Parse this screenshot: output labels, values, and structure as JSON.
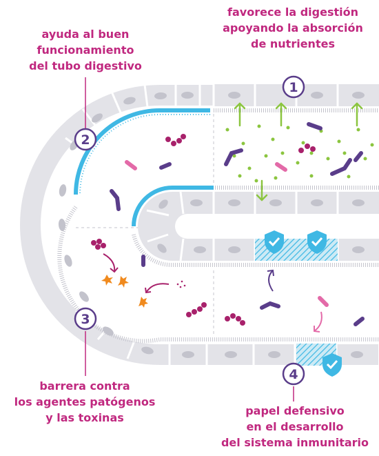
{
  "labels": {
    "one": [
      "favorece la digestión",
      "apoyando la absorción",
      "de nutrientes"
    ],
    "two": [
      "ayuda al buen",
      "funcionamiento",
      "del tubo digestivo"
    ],
    "three": [
      "barrera contra",
      "los agentes patógenos",
      "y las toxinas"
    ],
    "four": [
      "papel defensivo",
      "en el desarrollo",
      "del sistema inmunitario"
    ]
  },
  "markers": {
    "one": "1",
    "two": "2",
    "three": "3",
    "four": "4"
  },
  "colors": {
    "label": "#c0287f",
    "marker": "#5a3d8a",
    "cell": "#e3e3e8",
    "cell_border": "#ffffff",
    "nucleus": "#c3c3cc",
    "mucus": "#3fb8e4",
    "nutrient": "#8bc53f",
    "bacteria_purple": "#5a3d8a",
    "bacteria_magenta": "#a8216b",
    "bacteria_pink": "#e36aa8",
    "toxin": "#f08a1e",
    "immune": "#3fb8e4"
  },
  "icons": [
    "arrow-up-icon",
    "arrow-down-icon",
    "shield-check-icon",
    "bacteria-icon",
    "toxin-icon"
  ]
}
